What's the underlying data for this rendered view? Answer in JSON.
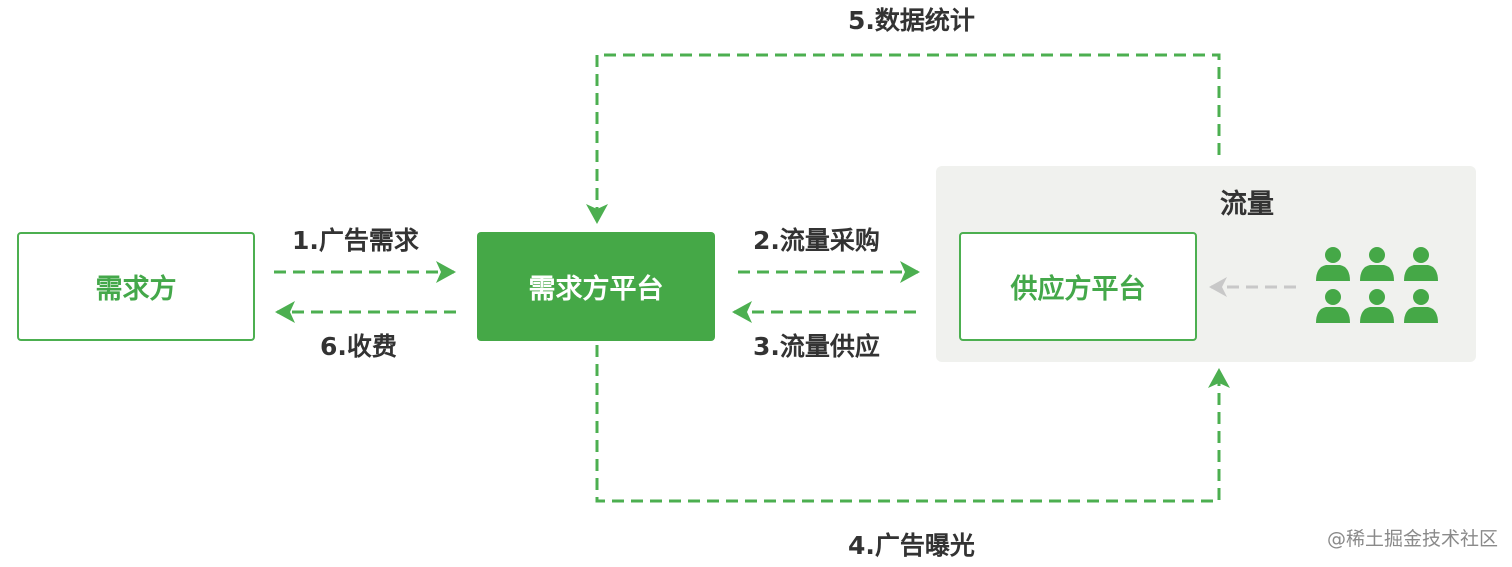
{
  "nodes": {
    "demand_side": "需求方",
    "demand_platform": "需求方平台",
    "supply_platform": "供应方平台",
    "traffic": "流量"
  },
  "flows": {
    "ad_request": "1.广告需求",
    "traffic_purchase": "2.流量采购",
    "traffic_supply": "3.流量供应",
    "ad_exposure": "4.广告曝光",
    "data_statistics": "5.数据统计",
    "charging": "6.收费"
  },
  "watermark": "@稀土掘金技术社区",
  "colors": {
    "accent": "#45a847",
    "arrow": "#4caf50",
    "panel": "#f0f1ee",
    "text": "#333333",
    "gray_arrow": "#c8c8c8"
  },
  "icons": [
    "user-icon"
  ]
}
